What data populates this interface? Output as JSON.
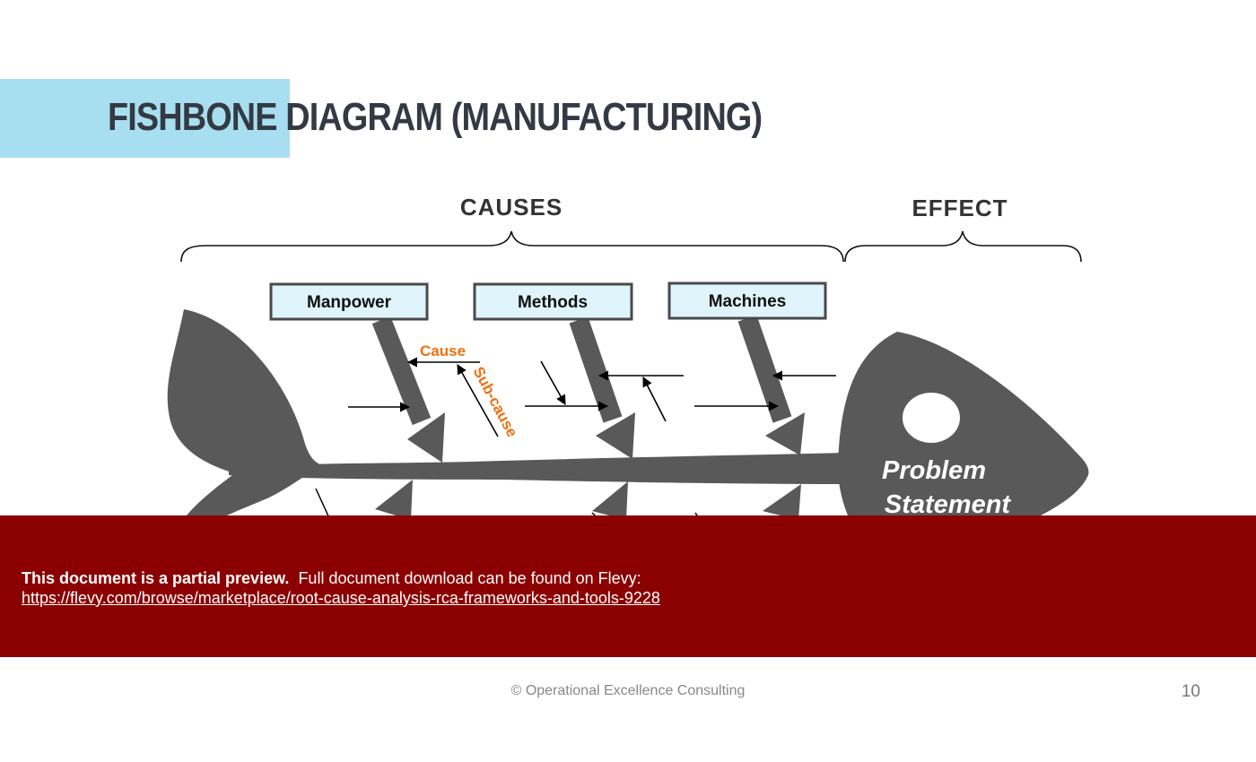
{
  "slide": {
    "title": "FISHBONE DIAGRAM (MANUFACTURING)",
    "page_number": "10",
    "footer": "© Operational Excellence Consulting"
  },
  "diagram": {
    "causes_heading": "CAUSES",
    "effect_heading": "EFFECT",
    "categories": [
      "Manpower",
      "Methods",
      "Machines"
    ],
    "cause_label": "Cause",
    "subcause_label": "Sub-cause",
    "problem_line1": "Problem",
    "problem_line2": "Statement"
  },
  "banner": {
    "bold_text": "This document is a partial preview.",
    "text": "Full document download can be found on Flevy:",
    "link": "https://flevy.com/browse/marketplace/root-cause-analysis-rca-frameworks-and-tools-9228"
  },
  "colors": {
    "fish": "#595959",
    "category_box_fill": "#dff4fb",
    "category_box_border": "#4a4a4a",
    "title_accent": "#a8dff0",
    "banner": "#8b0000",
    "annotation": "#ef6f10"
  }
}
